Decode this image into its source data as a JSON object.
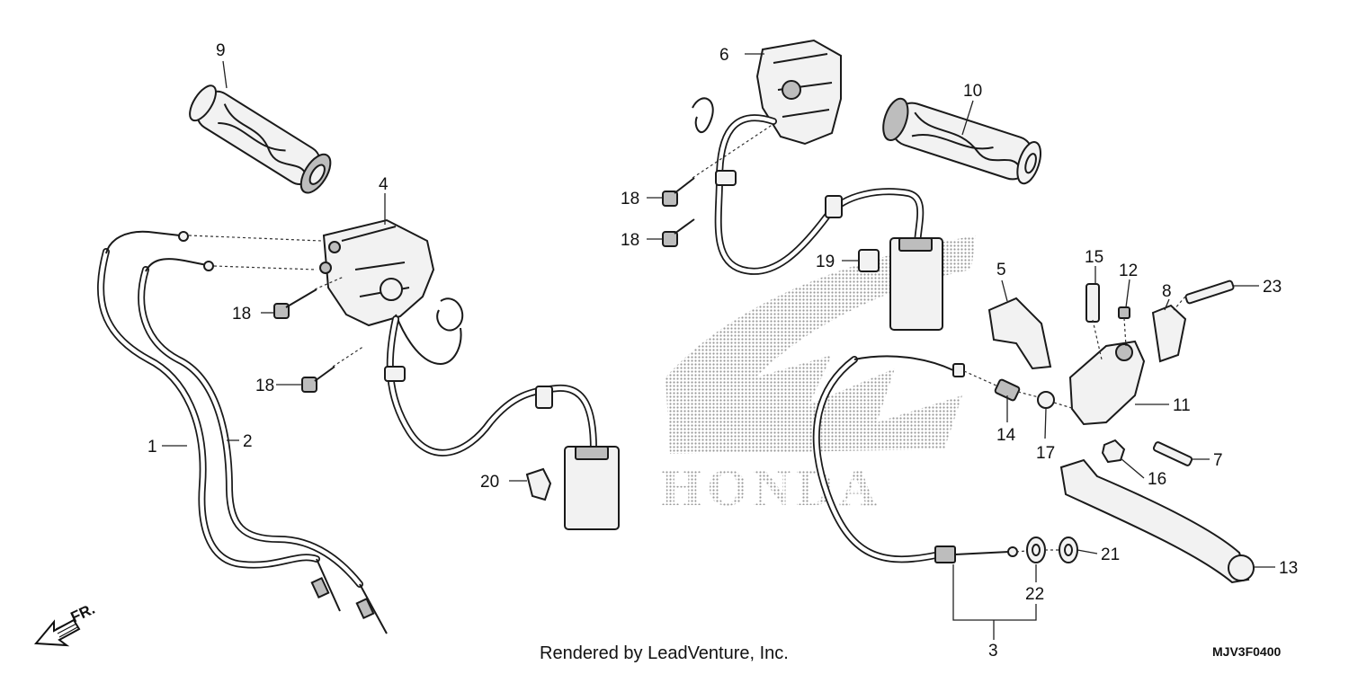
{
  "callouts": [
    {
      "id": "1",
      "label": "1"
    },
    {
      "id": "2",
      "label": "2"
    },
    {
      "id": "3",
      "label": "3"
    },
    {
      "id": "4",
      "label": "4"
    },
    {
      "id": "5",
      "label": "5"
    },
    {
      "id": "6",
      "label": "6"
    },
    {
      "id": "7",
      "label": "7"
    },
    {
      "id": "8",
      "label": "8"
    },
    {
      "id": "9",
      "label": "9"
    },
    {
      "id": "10",
      "label": "10"
    },
    {
      "id": "11",
      "label": "11"
    },
    {
      "id": "12",
      "label": "12"
    },
    {
      "id": "13",
      "label": "13"
    },
    {
      "id": "14",
      "label": "14"
    },
    {
      "id": "15",
      "label": "15"
    },
    {
      "id": "16",
      "label": "16"
    },
    {
      "id": "17",
      "label": "17"
    },
    {
      "id": "18a",
      "label": "18"
    },
    {
      "id": "18b",
      "label": "18"
    },
    {
      "id": "18c",
      "label": "18"
    },
    {
      "id": "18d",
      "label": "18"
    },
    {
      "id": "19",
      "label": "19"
    },
    {
      "id": "20",
      "label": "20"
    },
    {
      "id": "21",
      "label": "21"
    },
    {
      "id": "22",
      "label": "22"
    },
    {
      "id": "23",
      "label": "23"
    }
  ],
  "direction_label": "FR.",
  "watermark_text": "HONDA",
  "footer": {
    "credit": "Rendered by LeadVenture, Inc.",
    "diagram_code": "MJV3F0400"
  },
  "colors": {
    "ink": "#1a1a1a",
    "watermark": "#9a9a9a",
    "background": "#ffffff"
  }
}
